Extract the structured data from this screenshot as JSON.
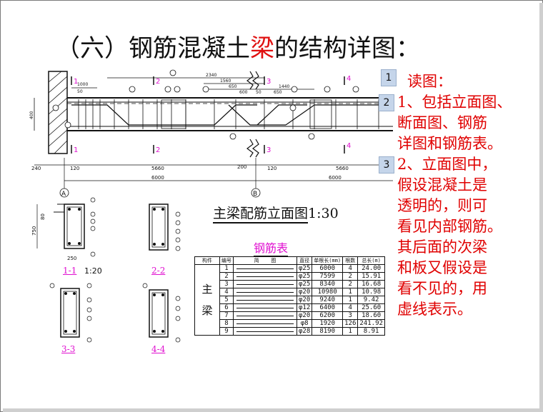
{
  "slide": {
    "title_prefix": "（六）钢筋混凝土",
    "title_highlight": "梁",
    "title_suffix": "的结构详图："
  },
  "side_notes": {
    "lines": [
      "读图：",
      "1、包括立面图、",
      "断面图、钢筋",
      "详图和钢筋表。",
      "2、立面图中，",
      "假设混凝土是",
      "透明的，则可",
      "看见内部钢筋。",
      "其后面的次梁",
      "和板又假设是",
      "看不见的，用",
      "虚线表示。"
    ]
  },
  "markers": [
    "1",
    "2",
    "3"
  ],
  "elevation": {
    "label": "主梁配筋立面图",
    "scale": "1:30",
    "dims_top": [
      "2340",
      "1560",
      "650",
      "600",
      "50",
      "1440",
      "1000",
      "650",
      "50"
    ],
    "dims_bottom": [
      "240",
      "120",
      "5660",
      "200",
      "120",
      "5660",
      "6000",
      "6000"
    ],
    "height_dim": "400",
    "axes": [
      "A",
      "B"
    ],
    "sections": [
      "1",
      "2",
      "3",
      "4"
    ],
    "bar_circles": [
      "1",
      "2",
      "3",
      "4",
      "5",
      "6",
      "7",
      "8",
      "9"
    ]
  },
  "sections_view": {
    "s11": {
      "label": "1-1",
      "scale": "1:20",
      "dims": [
        "750",
        "80",
        "250"
      ]
    },
    "s22": {
      "label": "2-2"
    },
    "s33": {
      "label": "3-3"
    },
    "s44": {
      "label": "4-4"
    }
  },
  "rebar_table": {
    "title": "钢筋表",
    "headers": [
      "构件",
      "编号",
      "简",
      "图",
      "直径",
      "单根长(mm)",
      "根数",
      "总长(m)"
    ],
    "member_chars": [
      "主",
      "梁"
    ],
    "rows": [
      {
        "no": "1",
        "dia": "φ25",
        "len": "6000",
        "count": "4",
        "total": "24.00"
      },
      {
        "no": "2",
        "dia": "φ25",
        "len": "7599",
        "count": "2",
        "total": "15.91"
      },
      {
        "no": "3",
        "dia": "φ25",
        "len": "8340",
        "count": "2",
        "total": "16.68"
      },
      {
        "no": "4",
        "dia": "φ20",
        "len": "10980",
        "count": "1",
        "total": "10.98"
      },
      {
        "no": "5",
        "dia": "φ20",
        "len": "9240",
        "count": "1",
        "total": "9.42"
      },
      {
        "no": "6",
        "dia": "φ12",
        "len": "6400",
        "count": "4",
        "total": "25.60"
      },
      {
        "no": "7",
        "dia": "φ20",
        "len": "6200",
        "count": "3",
        "total": "18.60"
      },
      {
        "no": "8",
        "dia": "φ8",
        "len": "1920",
        "count": "126",
        "total": "241.92"
      },
      {
        "no": "9",
        "dia": "φ28",
        "len": "8190",
        "count": "1",
        "total": "8.91"
      }
    ]
  }
}
